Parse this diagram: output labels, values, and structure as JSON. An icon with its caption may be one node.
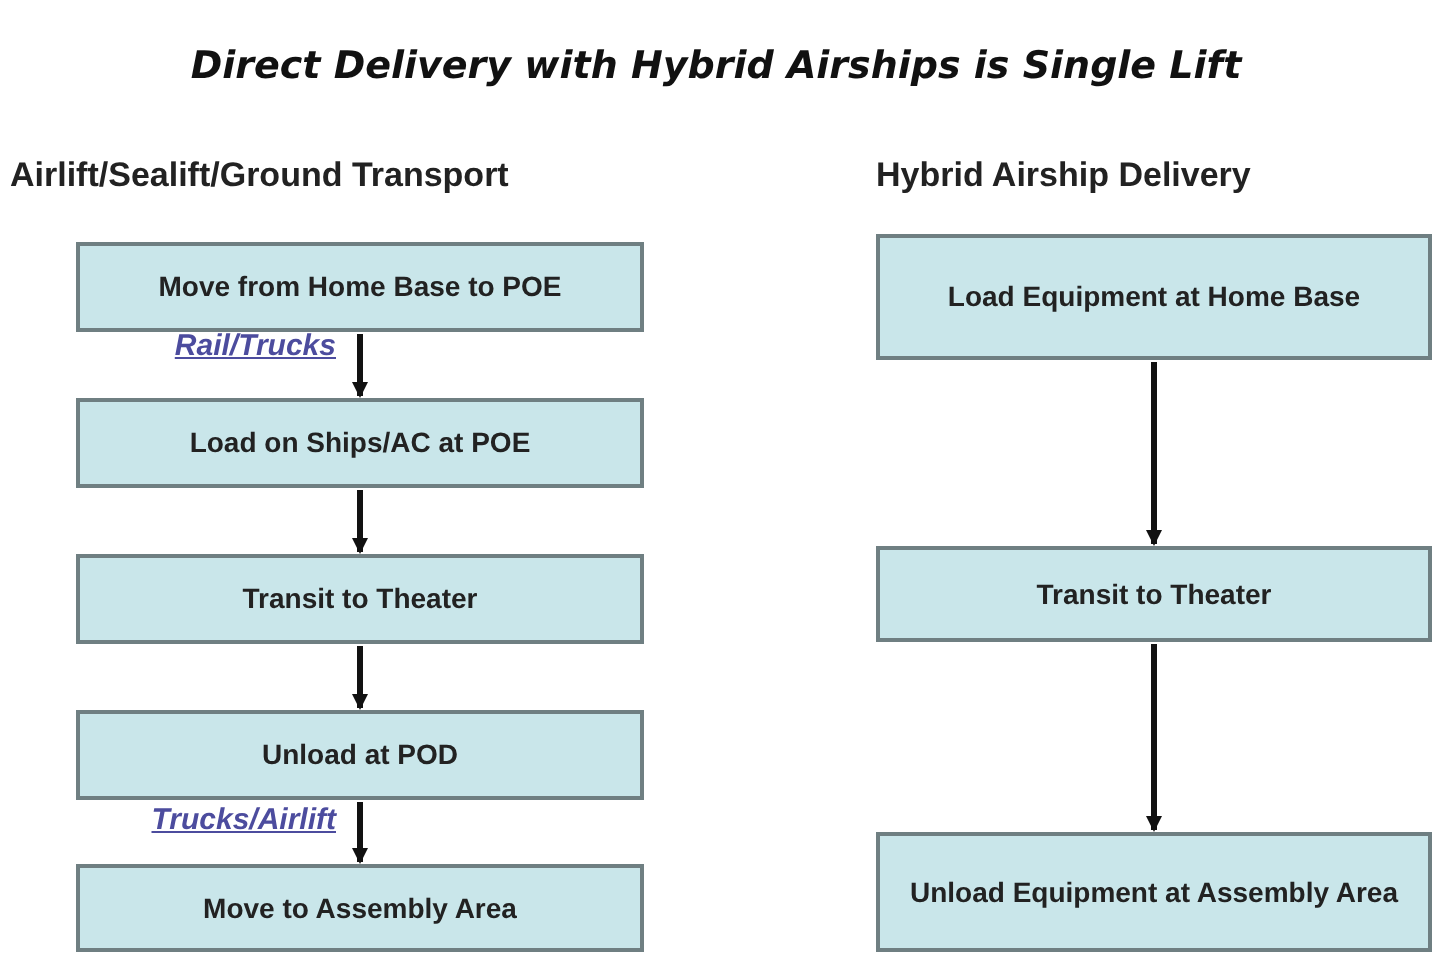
{
  "diagram": {
    "title": "Direct Delivery with Hybrid Airships is Single Lift",
    "nodes": [
      {
        "text": [
          "Move from Home Base to POE"
        ]
      },
      {
        "text": [
          "Load on Ships/AC at POE"
        ]
      },
      {
        "text": [
          "Transit to Theater"
        ]
      },
      {
        "text": [
          "Unload at POD"
        ]
      },
      {
        "text": [
          "Move to Assembly Area"
        ]
      },
      {
        "text": [
          "Load Equipment at Home Base"
        ]
      },
      {
        "text": [
          "Transit to Theater"
        ]
      },
      {
        "text": [
          "Unload Equipment at Assembly Area"
        ]
      }
    ],
    "edges": [
      {
        "from": 0,
        "to": 1,
        "arrow": "to",
        "label": "Rail/Trucks"
      },
      {
        "from": 1,
        "to": 2,
        "arrow": "to"
      },
      {
        "from": 2,
        "to": 3,
        "arrow": "to"
      },
      {
        "from": 3,
        "to": 4,
        "arrow": "to",
        "label": "Trucks/Airlift"
      },
      {
        "from": 5,
        "to": 6,
        "arrow": "to"
      },
      {
        "from": 6,
        "to": 7,
        "arrow": "to"
      }
    ],
    "labels": [
      "Airlift/Sealift/Ground Transport",
      "Hybrid Airship Delivery"
    ]
  }
}
